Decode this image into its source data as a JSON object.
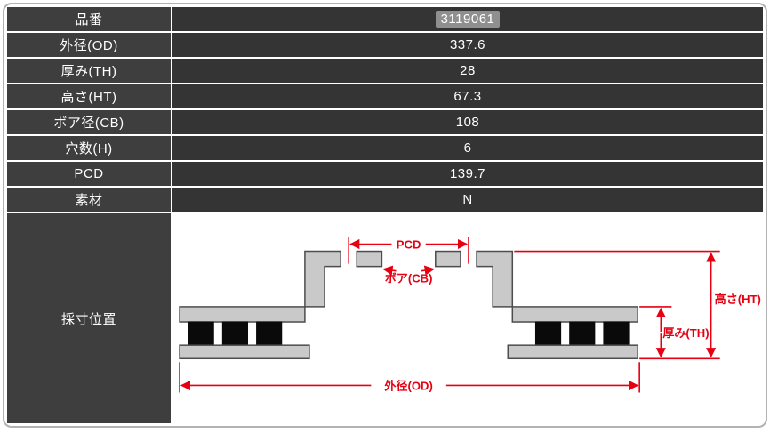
{
  "colors": {
    "row_label_bg": "#3e3e3e",
    "row_value_bg": "#343434",
    "row_text": "#ffffff",
    "part_number_highlight_bg": "#8f8f8f",
    "dimension_red": "#e60012",
    "rotor_fill": "#c9c9c9",
    "rotor_stroke": "#4d4d4d",
    "frame_border": "#b3b3b3"
  },
  "table": {
    "rows": [
      {
        "label": "品番",
        "value": "3119061"
      },
      {
        "label": "外径(OD)",
        "value": "337.6"
      },
      {
        "label": "厚み(TH)",
        "value": "28"
      },
      {
        "label": "高さ(HT)",
        "value": "67.3"
      },
      {
        "label": "ボア径(CB)",
        "value": "108"
      },
      {
        "label": "穴数(H)",
        "value": "6"
      },
      {
        "label": "PCD",
        "value": "139.7"
      },
      {
        "label": "素材",
        "value": "N"
      }
    ],
    "measurement_row_label": "採寸位置"
  },
  "diagram": {
    "labels": {
      "pcd": "PCD",
      "bore": "ボア(CB)",
      "height": "高さ(HT)",
      "thickness": "厚み(TH)",
      "outer_diameter": "外径(OD)"
    }
  }
}
